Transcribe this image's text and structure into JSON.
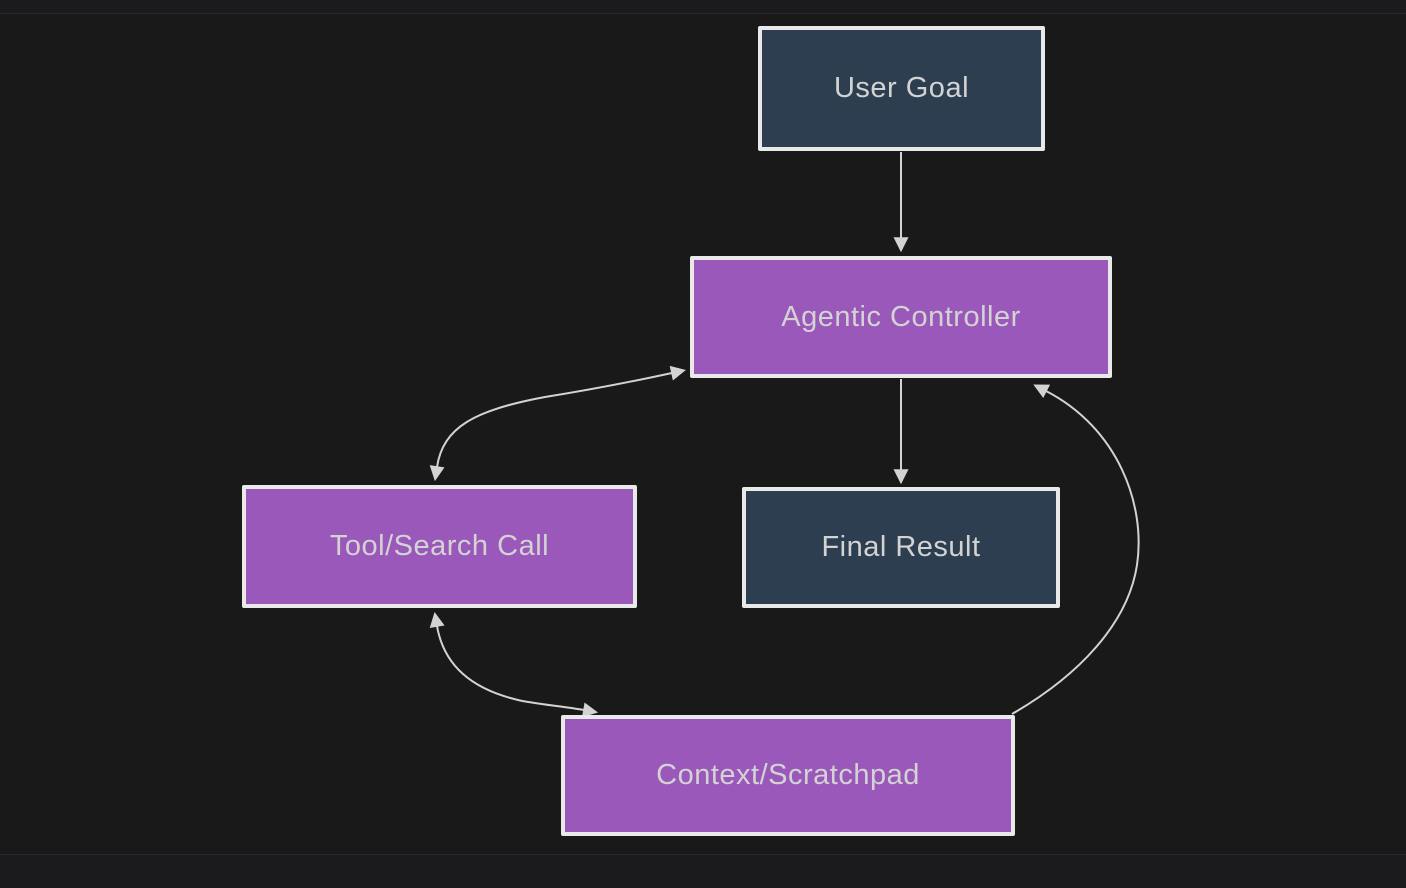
{
  "diagram": {
    "type": "flowchart",
    "theme": "dark",
    "nodes": [
      {
        "id": "user_goal",
        "label": "User Goal",
        "kind": "slate"
      },
      {
        "id": "agentic_controller",
        "label": "Agentic Controller",
        "kind": "purple"
      },
      {
        "id": "tool_search_call",
        "label": "Tool/Search Call",
        "kind": "purple"
      },
      {
        "id": "final_result",
        "label": "Final Result",
        "kind": "slate"
      },
      {
        "id": "context_scratchpad",
        "label": "Context/Scratchpad",
        "kind": "purple"
      }
    ],
    "edges": [
      {
        "from": "user_goal",
        "to": "agentic_controller",
        "bidirectional": false
      },
      {
        "from": "agentic_controller",
        "to": "final_result",
        "bidirectional": false
      },
      {
        "from": "agentic_controller",
        "to": "tool_search_call",
        "bidirectional": true
      },
      {
        "from": "tool_search_call",
        "to": "context_scratchpad",
        "bidirectional": true
      },
      {
        "from": "context_scratchpad",
        "to": "agentic_controller",
        "bidirectional": false
      }
    ],
    "colors": {
      "background": "#191919",
      "band": "#1b1b1d",
      "node_purple_fill": "#9a58ba",
      "node_slate_fill": "#2c3e50",
      "node_border": "#e9e9e9",
      "node_text": "#d3d3d3",
      "edge_line": "#d3d3d3",
      "arrowhead": "#d3d3d3"
    }
  }
}
